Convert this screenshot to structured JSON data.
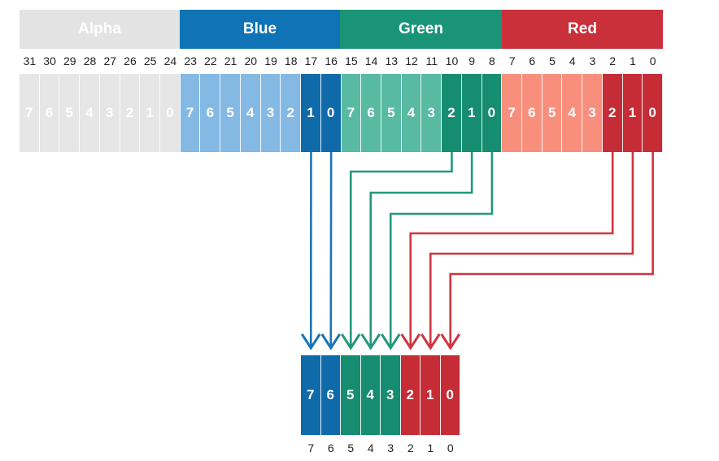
{
  "channels": [
    {
      "id": "alpha",
      "name": "Alpha",
      "header_color": "#e3e3e3",
      "name_color": "#ffffff",
      "cell_light": "#e6e6e6",
      "cell_dark": "#e6e6e6",
      "arrow_color": ""
    },
    {
      "id": "blue",
      "name": "Blue",
      "header_color": "#0f73b5",
      "name_color": "#ffffff",
      "cell_light": "#84b9e4",
      "cell_dark": "#0f6aaa",
      "arrow_color": "#1a74b8"
    },
    {
      "id": "green",
      "name": "Green",
      "header_color": "#1a9477",
      "name_color": "#ffffff",
      "cell_light": "#58baa2",
      "cell_dark": "#168c70",
      "arrow_color": "#24987b"
    },
    {
      "id": "red",
      "name": "Red",
      "header_color": "#c9303a",
      "name_color": "#ffffff",
      "cell_light": "#f88f7d",
      "cell_dark": "#c52c36",
      "arrow_color": "#d0343f"
    }
  ],
  "bit_numbers": [
    "31",
    "30",
    "29",
    "28",
    "27",
    "26",
    "25",
    "24",
    "23",
    "22",
    "21",
    "20",
    "19",
    "18",
    "17",
    "16",
    "15",
    "14",
    "13",
    "12",
    "11",
    "10",
    "9",
    "8",
    "7",
    "6",
    "5",
    "4",
    "3",
    "2",
    "1",
    "0"
  ],
  "cell_labels": [
    "7",
    "6",
    "5",
    "4",
    "3",
    "2",
    "1",
    "0"
  ],
  "selected_bits": {
    "alpha": 0,
    "blue": 2,
    "green": 3,
    "red": 3
  },
  "output": {
    "cells": [
      {
        "label": "7",
        "channel": "blue"
      },
      {
        "label": "6",
        "channel": "blue"
      },
      {
        "label": "5",
        "channel": "green"
      },
      {
        "label": "4",
        "channel": "green"
      },
      {
        "label": "3",
        "channel": "green"
      },
      {
        "label": "2",
        "channel": "red"
      },
      {
        "label": "1",
        "channel": "red"
      },
      {
        "label": "0",
        "channel": "red"
      }
    ],
    "bit_numbers": [
      "7",
      "6",
      "5",
      "4",
      "3",
      "2",
      "1",
      "0"
    ]
  }
}
